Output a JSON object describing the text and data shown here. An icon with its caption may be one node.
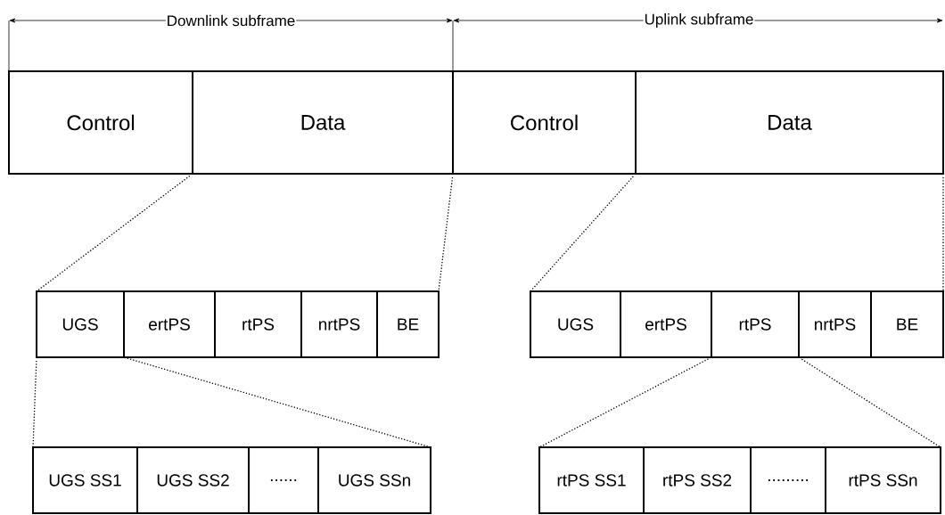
{
  "diagram": {
    "nodes": [
      {
        "text": [
          "Control"
        ]
      },
      {
        "text": [
          "Data"
        ]
      },
      {
        "text": [
          "Control"
        ]
      },
      {
        "text": [
          "Data"
        ]
      },
      {
        "text": [
          "UGS"
        ]
      },
      {
        "text": [
          "ertPS"
        ]
      },
      {
        "text": [
          "rtPS"
        ]
      },
      {
        "text": [
          "nrtPS"
        ]
      },
      {
        "text": [
          "BE"
        ]
      },
      {
        "text": [
          "UGS"
        ]
      },
      {
        "text": [
          "ertPS"
        ]
      },
      {
        "text": [
          "rtPS"
        ]
      },
      {
        "text": [
          "nrtPS"
        ]
      },
      {
        "text": [
          "BE"
        ]
      },
      {
        "text": [
          "UGS SS1"
        ]
      },
      {
        "text": [
          "UGS SS2"
        ]
      },
      {
        "text": [
          "......"
        ]
      },
      {
        "text": [
          "UGS SSn"
        ]
      },
      {
        "text": [
          "rtPS SS1"
        ]
      },
      {
        "text": [
          "rtPS SS2"
        ]
      },
      {
        "text": [
          "........."
        ]
      },
      {
        "text": [
          "rtPS SSn"
        ]
      }
    ],
    "edges": [
      {
        "from": 1,
        "to": 4,
        "arrow": "none"
      },
      {
        "from": 1,
        "to": 8,
        "arrow": "none"
      },
      {
        "from": 3,
        "to": 9,
        "arrow": "none"
      },
      {
        "from": 3,
        "to": 13,
        "arrow": "none"
      },
      {
        "from": 4,
        "to": 14,
        "arrow": "none"
      },
      {
        "from": 4,
        "to": 17,
        "arrow": "none"
      },
      {
        "from": 11,
        "to": 18,
        "arrow": "none"
      },
      {
        "from": 11,
        "to": 21,
        "arrow": "none"
      }
    ],
    "labels": [
      "Downlink subframe",
      "Uplink subframe"
    ]
  }
}
